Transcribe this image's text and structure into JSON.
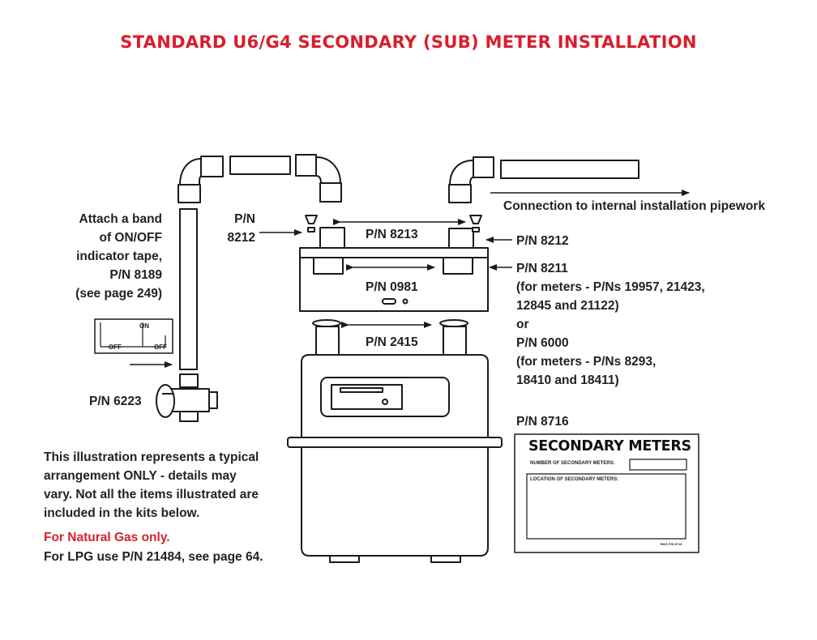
{
  "title": "STANDARD U6/G4 SECONDARY (SUB) METER INSTALLATION",
  "labels": {
    "band_note": [
      "Attach a band",
      "of ON/OFF",
      "indicator tape,",
      "P/N 8189",
      "(see page 249)"
    ],
    "pn_8212_left": [
      "P/N",
      "8212"
    ],
    "pn_8212_right": "P/N 8212",
    "pn_8213": "P/N 8213",
    "pn_0981": "P/N 0981",
    "pn_2415": "P/N 2415",
    "pn_6223": "P/N 6223",
    "connection": "Connection to internal installation pipework",
    "pn_8211_block": [
      "P/N 8211",
      "(for meters - P/Ns 19957, 21423,",
      "12845 and 21122)",
      "or",
      "P/N 6000",
      "(for meters - P/Ns 8293,",
      "18410 and 18411)"
    ],
    "pn_8716": "P/N 8716"
  },
  "tape": {
    "on": "ON",
    "off": "OFF",
    "off2": "OFF"
  },
  "disclaimer": [
    "This illustration represents a typical",
    "arrangement ONLY - details may",
    "vary. Not all the items illustrated are",
    "included in the kits below."
  ],
  "natural_gas_note": "For Natural Gas only.",
  "lpg_note": "For LPG use P/N 21484, see page 64.",
  "card": {
    "title": "SECONDARY METERS",
    "number_label": "NUMBER OF SECONDARY METERS:",
    "location_label": "LOCATION OF SECONDARY METERS:",
    "code": "BSG P/N 8716"
  },
  "colors": {
    "title_red": "#d81e2c",
    "note_red": "#d2232a",
    "ink": "#1a1a1a"
  }
}
